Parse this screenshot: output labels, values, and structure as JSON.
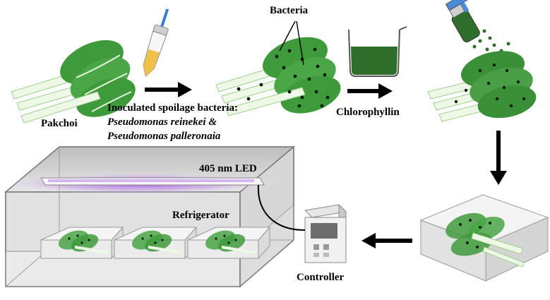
{
  "labels": {
    "pakchoi": "Pakchoi",
    "inoculated": "Inoculated spoilage bacteria:",
    "species_1": "Pseudomonas reinekei &",
    "species_2": "Pseudomonas palleronaia",
    "bacteria": "Bacteria",
    "chlorophyllin": "Chlorophyllin",
    "led": "405 nm LED",
    "refrigerator": "Refrigerator",
    "controller": "Controller"
  },
  "colors": {
    "leaf": "#3f9a3c",
    "leaf_dark": "#2e7d2e",
    "stem": "#e8f5e0",
    "led_glow": "#9b4fd8",
    "solution": "#2f6e2a",
    "arrow": "#000000",
    "box_line": "#555555",
    "box_fill": "#d9d9d9"
  }
}
